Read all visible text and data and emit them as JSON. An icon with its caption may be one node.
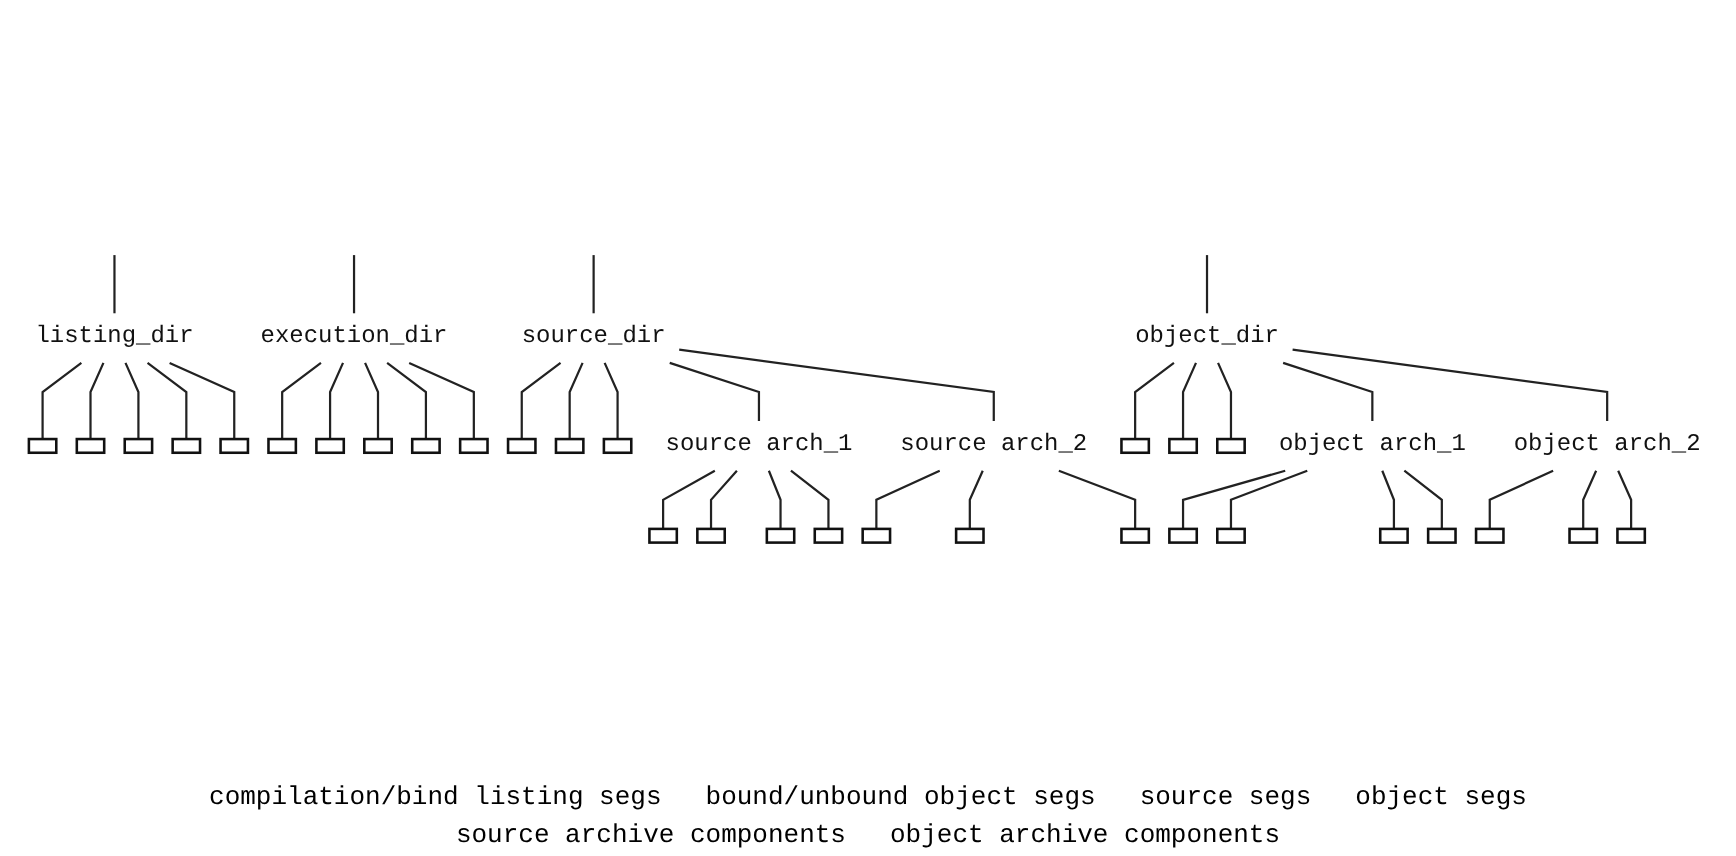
{
  "diagram": {
    "nodes": [
      {
        "text": [
          "source_dir"
        ]
      },
      {
        "text": [
          "listing_dir"
        ]
      },
      {
        "text": [
          "object_dir"
        ]
      },
      {
        "text": [
          "execution_dir"
        ]
      },
      {
        "text": [],
        "shape": "box"
      },
      {
        "text": [],
        "shape": "box"
      },
      {
        "text": [],
        "shape": "box"
      },
      {
        "text": [],
        "shape": "box"
      },
      {
        "text": [],
        "shape": "box"
      },
      {
        "text": [],
        "shape": "box"
      },
      {
        "text": [],
        "shape": "box"
      },
      {
        "text": [],
        "shape": "box"
      },
      {
        "text": [],
        "shape": "box"
      },
      {
        "text": [],
        "shape": "box"
      },
      {
        "text": [],
        "shape": "box"
      },
      {
        "text": [],
        "shape": "box"
      },
      {
        "text": [],
        "shape": "box"
      },
      {
        "text": [
          "source arch_1"
        ]
      },
      {
        "text": [
          "source arch_2"
        ]
      },
      {
        "text": [],
        "shape": "box"
      },
      {
        "text": [],
        "shape": "box"
      },
      {
        "text": [],
        "shape": "box"
      },
      {
        "text": [
          "object arch_1"
        ]
      },
      {
        "text": [
          "object arch_2"
        ]
      },
      {
        "text": [],
        "shape": "box"
      },
      {
        "text": [],
        "shape": "box"
      },
      {
        "text": [],
        "shape": "box"
      },
      {
        "text": [],
        "shape": "box"
      },
      {
        "text": [],
        "shape": "box"
      },
      {
        "text": [],
        "shape": "box"
      },
      {
        "text": [],
        "shape": "box"
      },
      {
        "text": [],
        "shape": "box"
      },
      {
        "text": [],
        "shape": "box"
      },
      {
        "text": [],
        "shape": "box"
      },
      {
        "text": [],
        "shape": "box"
      },
      {
        "text": [],
        "shape": "box"
      },
      {
        "text": [],
        "shape": "box"
      },
      {
        "text": [],
        "shape": "box"
      }
    ],
    "edges": [
      {
        "from": null,
        "to": 0,
        "arrow": "none"
      },
      {
        "from": null,
        "to": 1,
        "arrow": "none"
      },
      {
        "from": null,
        "to": 2,
        "arrow": "none"
      },
      {
        "from": null,
        "to": 3,
        "arrow": "none"
      },
      {
        "from": 1,
        "to": 4,
        "arrow": "none"
      },
      {
        "from": 1,
        "to": 5,
        "arrow": "none"
      },
      {
        "from": 1,
        "to": 6,
        "arrow": "none"
      },
      {
        "from": 1,
        "to": 7,
        "arrow": "none"
      },
      {
        "from": 1,
        "to": 8,
        "arrow": "none"
      },
      {
        "from": 3,
        "to": 9,
        "arrow": "none"
      },
      {
        "from": 3,
        "to": 10,
        "arrow": "none"
      },
      {
        "from": 3,
        "to": 11,
        "arrow": "none"
      },
      {
        "from": 3,
        "to": 12,
        "arrow": "none"
      },
      {
        "from": 3,
        "to": 13,
        "arrow": "none"
      },
      {
        "from": 0,
        "to": 14,
        "arrow": "none"
      },
      {
        "from": 0,
        "to": 15,
        "arrow": "none"
      },
      {
        "from": 0,
        "to": 16,
        "arrow": "none"
      },
      {
        "from": 0,
        "to": 17,
        "arrow": "none"
      },
      {
        "from": 0,
        "to": 18,
        "arrow": "none"
      },
      {
        "from": 2,
        "to": 19,
        "arrow": "none"
      },
      {
        "from": 2,
        "to": 20,
        "arrow": "none"
      },
      {
        "from": 2,
        "to": 21,
        "arrow": "none"
      },
      {
        "from": 2,
        "to": 22,
        "arrow": "none"
      },
      {
        "from": 2,
        "to": 23,
        "arrow": "none"
      },
      {
        "from": 17,
        "to": 24,
        "arrow": "none"
      },
      {
        "from": 17,
        "to": 25,
        "arrow": "none"
      },
      {
        "from": 17,
        "to": 26,
        "arrow": "none"
      },
      {
        "from": 17,
        "to": 27,
        "arrow": "none"
      },
      {
        "from": 18,
        "to": 28,
        "arrow": "none"
      },
      {
        "from": 18,
        "to": 29,
        "arrow": "none"
      },
      {
        "from": 18,
        "to": 30,
        "arrow": "none"
      },
      {
        "from": 22,
        "to": 31,
        "arrow": "none"
      },
      {
        "from": 22,
        "to": 32,
        "arrow": "none"
      },
      {
        "from": 22,
        "to": 33,
        "arrow": "none"
      },
      {
        "from": 22,
        "to": 34,
        "arrow": "none"
      },
      {
        "from": 23,
        "to": 35,
        "arrow": "none"
      },
      {
        "from": 23,
        "to": 36,
        "arrow": "none"
      },
      {
        "from": 23,
        "to": 37,
        "arrow": "none"
      }
    ],
    "labels": [
      "compilation/bind listing segs",
      "bound/unbound object segs",
      "source segs",
      "object segs",
      "source archive components",
      "object archive components"
    ]
  }
}
